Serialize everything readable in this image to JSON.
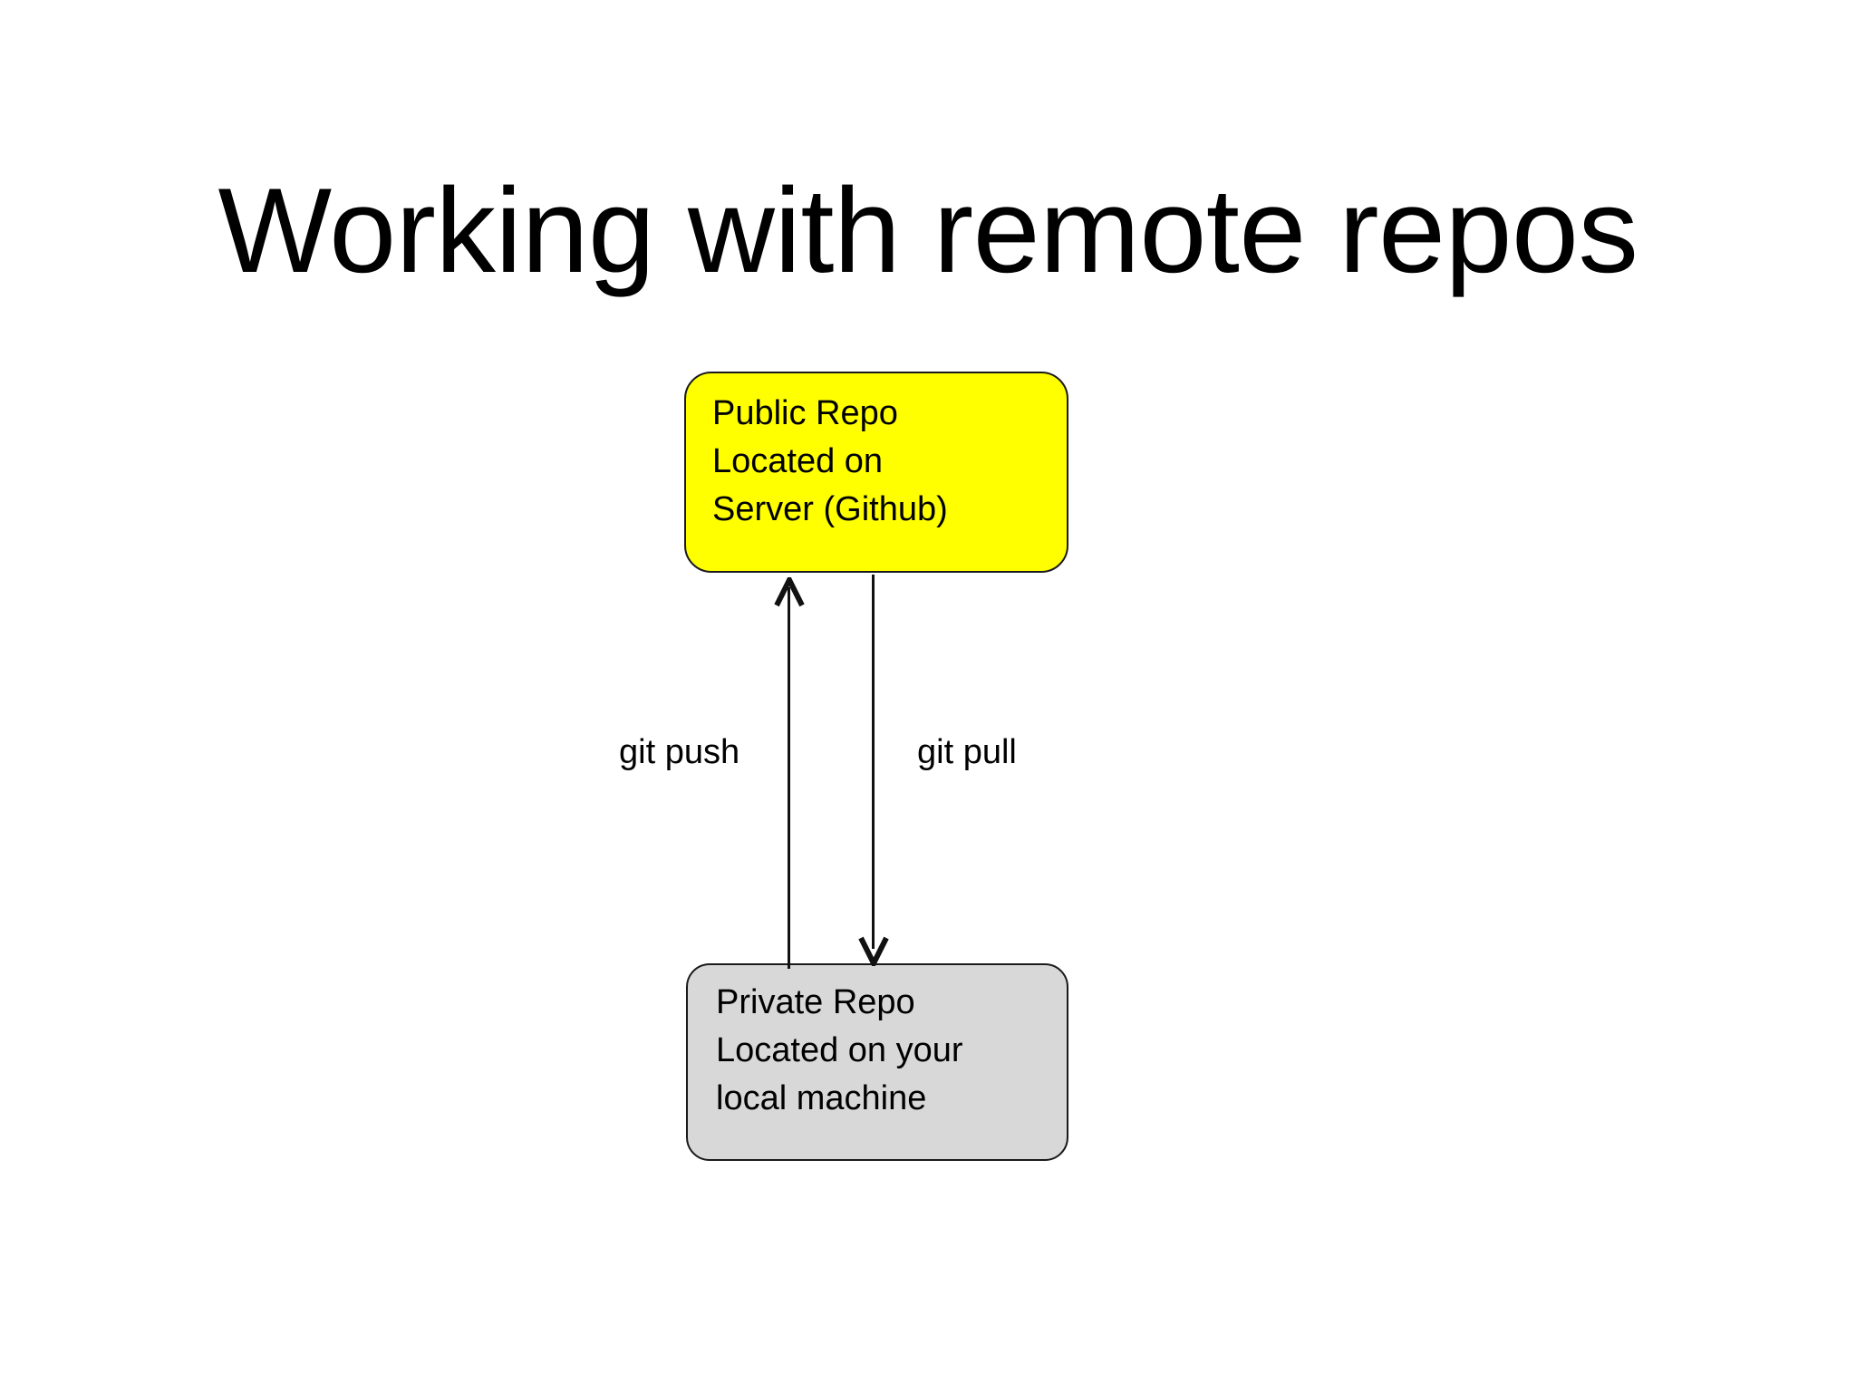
{
  "slide": {
    "title": "Working with remote repos",
    "background_color": "#ffffff"
  },
  "diagram": {
    "nodes": [
      {
        "id": "public-repo",
        "label": "Public Repo\nLocated on\nServer (Github)",
        "fill_color": "#ffff00",
        "border_color": "#1a1a1a",
        "text_color": "#000000"
      },
      {
        "id": "private-repo",
        "label": "Private Repo\nLocated on your\nlocal machine",
        "fill_color": "#d8d8d8",
        "border_color": "#1a1a1a",
        "text_color": "#000000"
      }
    ],
    "edges": [
      {
        "id": "push-edge",
        "label": "git push",
        "from": "private-repo",
        "to": "public-repo",
        "direction": "up",
        "color": "#111111"
      },
      {
        "id": "pull-edge",
        "label": "git pull",
        "from": "public-repo",
        "to": "private-repo",
        "direction": "down",
        "color": "#111111"
      }
    ]
  }
}
